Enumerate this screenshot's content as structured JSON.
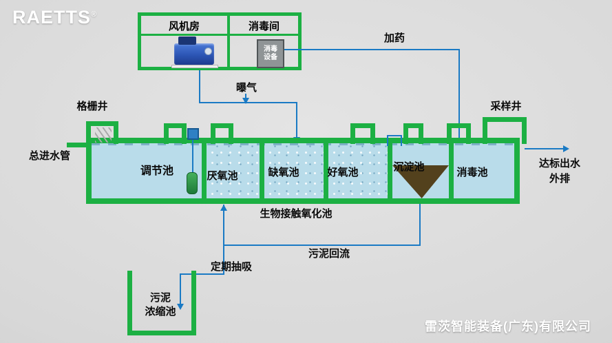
{
  "logo": {
    "brand": "RAETTS",
    "registered": "®"
  },
  "equipment_room": {
    "fan_room": "风机房",
    "disinfection_room": "消毒间",
    "device_line1": "消毒",
    "device_line2": "设备"
  },
  "pipes": {
    "aeration": "曝气",
    "dosing": "加药",
    "sludge_return": "污泥回流",
    "periodic_suction": "定期抽吸"
  },
  "inlet": {
    "grid_well": "格栅井",
    "label": "总进水管"
  },
  "outlet": {
    "sampling_well": "采样井",
    "line1": "达标出水",
    "line2": "外排"
  },
  "tanks": {
    "sections": [
      {
        "label": "调节池"
      },
      {
        "label": "厌氧池"
      },
      {
        "label": "缺氧池"
      },
      {
        "label": "好氧池"
      },
      {
        "label": "沉淀池"
      },
      {
        "label": "消毒池"
      }
    ],
    "bio_label": "生物接触氧化池",
    "sludge_tank_line1": "污泥",
    "sludge_tank_line2": "浓缩池"
  },
  "footer": {
    "company": "雷茨智能装备(广东)有限公司"
  },
  "colors": {
    "green": "#1cb043",
    "blue": "#1a7ac4",
    "water": "#b9dcea",
    "sludge": "#53411d"
  }
}
